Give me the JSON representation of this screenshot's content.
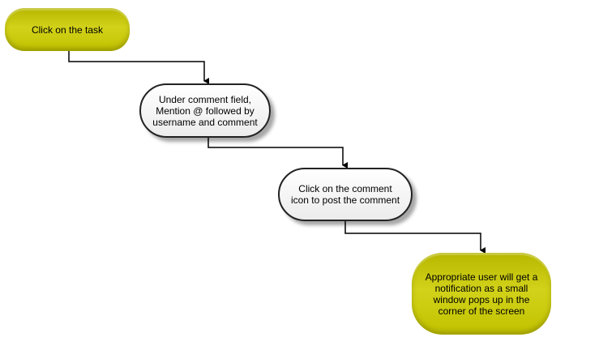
{
  "flowchart": {
    "steps": [
      {
        "text": "Click on the task",
        "style": "olive"
      },
      {
        "text": "Under comment field, Mention @ followed by username and comment",
        "style": "white"
      },
      {
        "text": "Click on the comment icon to post the comment",
        "style": "white"
      },
      {
        "text": "Appropriate user will get a notification as a small window pops up in the corner of the screen",
        "style": "olive"
      }
    ],
    "colors": {
      "olive_fill": "#c4c400",
      "white_fill": "#f2f2f2",
      "border": "#222222",
      "connector": "#000000"
    }
  }
}
